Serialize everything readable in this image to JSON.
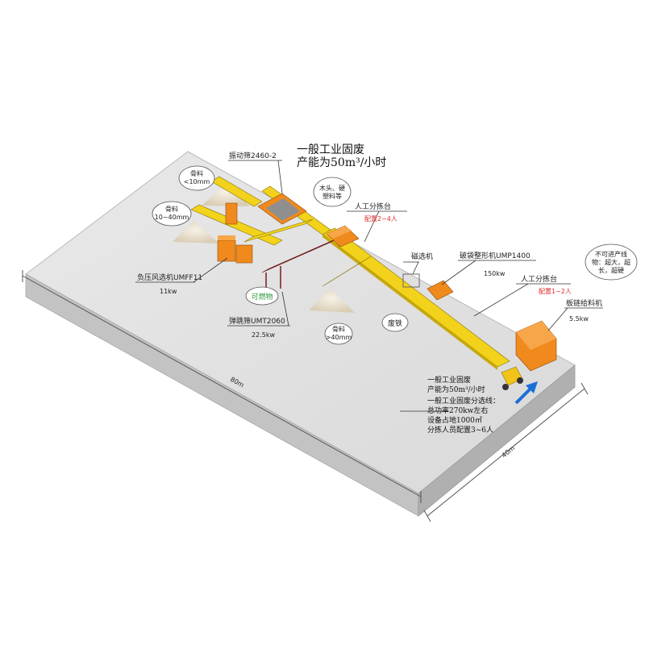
{
  "title": {
    "line1": "一般工业固废",
    "line2": "产能为50m³/小时"
  },
  "labels": {
    "vibrating_screen": "振动筛2460-2",
    "aggregate_small": {
      "line1": "骨料",
      "line2": "<10mm"
    },
    "aggregate_mid": {
      "line1": "骨料",
      "line2": "10~40mm"
    },
    "wood_bubble": {
      "line1": "木头、硬",
      "line2": "塑料等"
    },
    "manual_sorting_1": {
      "line1": "人工分拣台",
      "line2": "配置2~4人"
    },
    "magnetic_separator": "磁选机",
    "bag_breaker": {
      "line1": "破袋整形机UMP1400",
      "line2": "150kw"
    },
    "non_productive": {
      "line1": "不可进产线",
      "line2": "物：超大，超",
      "line3": "长，超硬"
    },
    "manual_sorting_2": {
      "line1": "人工分拣台",
      "line2": "配置1~2人"
    },
    "chain_feeder": {
      "line1": "板链给料机",
      "line2": "5.5kw"
    },
    "air_separator": {
      "line1": "负压风选机UMFF11",
      "line2": "11kw"
    },
    "combustibles": "可燃物",
    "bounce_screen": {
      "line1": "弹跳筛UMT2060",
      "line2": "22.5kw"
    },
    "aggregate_large": {
      "line1": "骨料",
      "line2": ">40mm"
    },
    "scrap_iron": "废铁",
    "summary": {
      "line1": "一般工业固废",
      "line2": "产能为50m³/小时",
      "line3": "一般工业固废分选线：",
      "line4": "总功率270kw左右",
      "line5": "设备占地1000㎡",
      "line6": "分拣人员配置3~6人"
    },
    "dim_length": "80m",
    "dim_width": "40m"
  }
}
